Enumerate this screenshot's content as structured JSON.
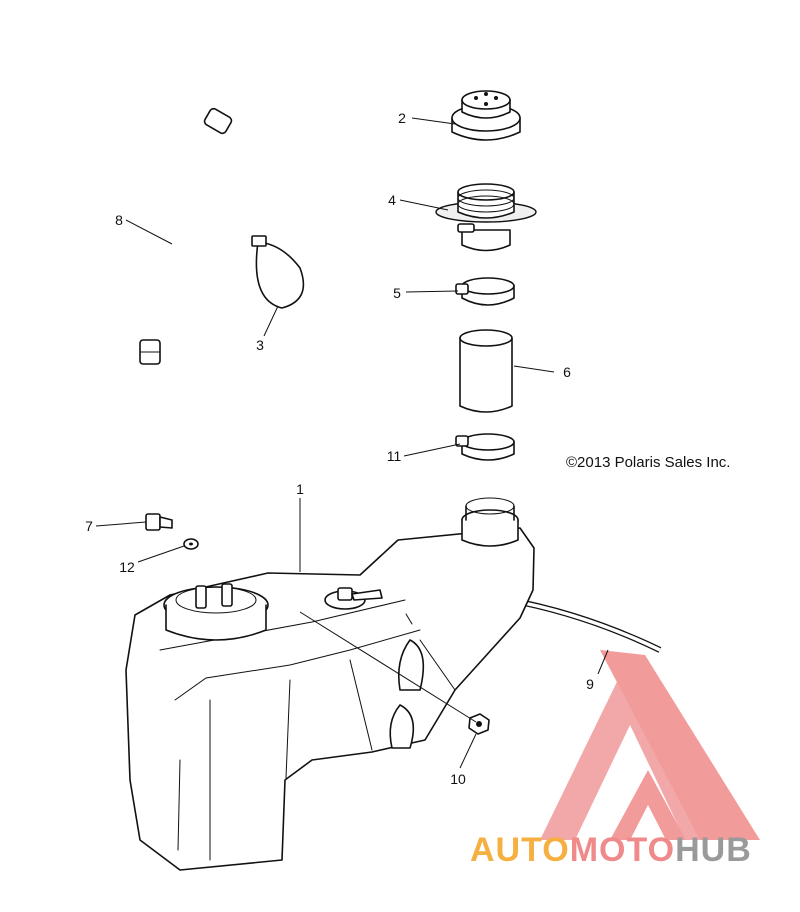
{
  "copyright": "©2013 Polaris Sales Inc.",
  "callouts": [
    "1",
    "2",
    "3",
    "4",
    "5",
    "6",
    "7",
    "8",
    "9",
    "10",
    "11",
    "12"
  ],
  "watermark": {
    "part1": "AUTO",
    "part2": "MOTO",
    "part3": "HUB",
    "color_primary": "#f5a623",
    "color_secondary": "#f08a8a",
    "color_tertiary": "#9a9a9a"
  }
}
